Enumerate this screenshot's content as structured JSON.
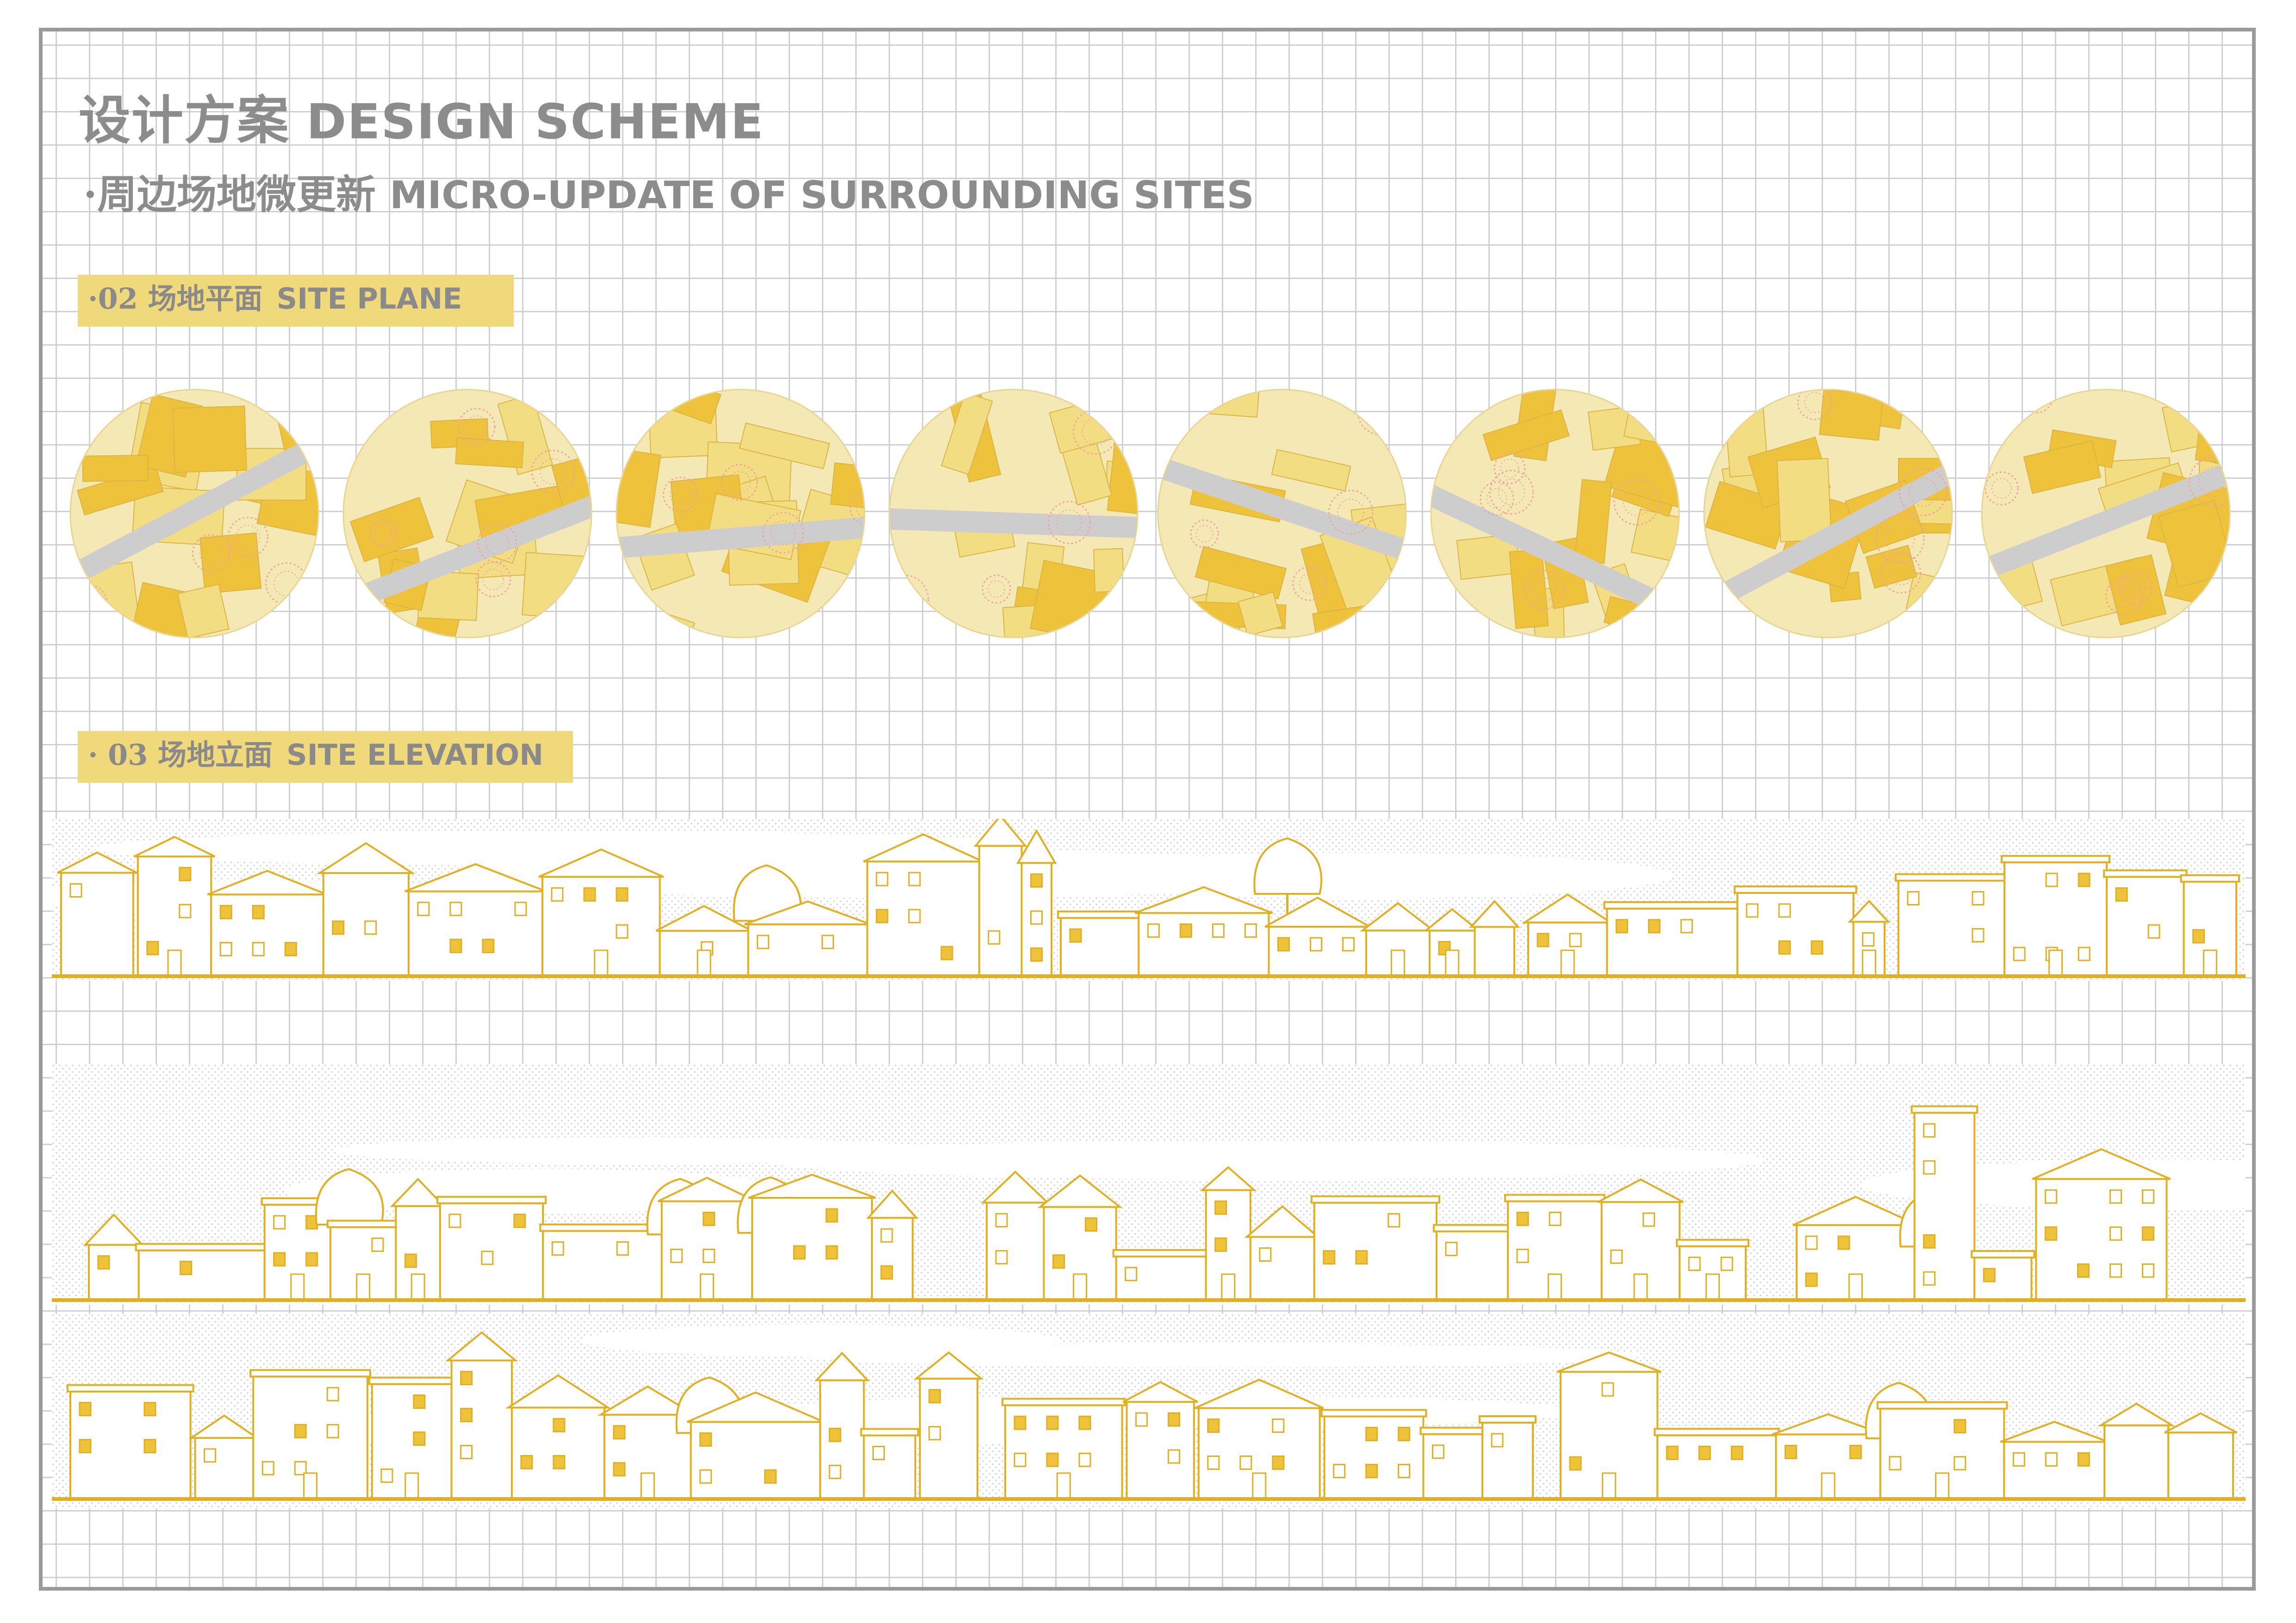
{
  "header": {
    "title_cn": "设计方案",
    "title_en": "DESIGN SCHEME",
    "subtitle_cn": "·周边场地微更新",
    "subtitle_en": "MICRO-UPDATE OF SURROUNDING SITES"
  },
  "sections": {
    "site_plane": {
      "cn": "·02 场地平面",
      "en": "SITE PLANE"
    },
    "site_elevation": {
      "cn": "· 03 场地立面",
      "en": "SITE ELEVATION"
    }
  },
  "colors": {
    "accent_yellow": "#eec23a",
    "pale_yellow": "#f2dd82",
    "cream": "#f4e8b4",
    "line_yellow": "#e2b01e",
    "grey_path": "#cdcdcd",
    "grid_line": "#cfd0d4",
    "pink_tree": "#f0a3a3",
    "title_grey": "#8c8c8c"
  },
  "site_plans": [
    {
      "id": 1
    },
    {
      "id": 2
    },
    {
      "id": 3
    },
    {
      "id": 4
    },
    {
      "id": 5
    },
    {
      "id": 6
    },
    {
      "id": 7
    },
    {
      "id": 8
    }
  ],
  "elevations": [
    {
      "id": "row-1"
    },
    {
      "id": "row-2"
    },
    {
      "id": "row-3"
    }
  ]
}
